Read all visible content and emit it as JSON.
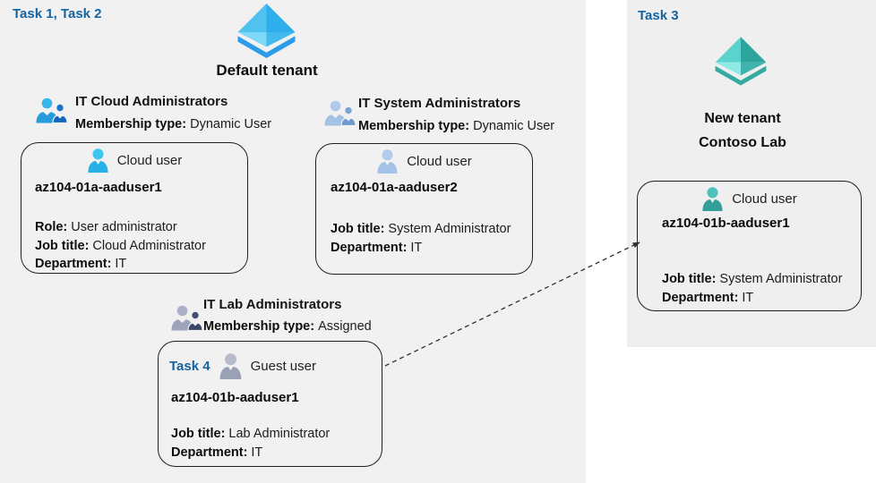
{
  "page": {
    "left_task_label": "Task 1, Task 2",
    "default_tenant_label": "Default tenant"
  },
  "groups": [
    {
      "title": "IT Cloud Administrators",
      "membership_label": "Membership type:",
      "membership_value": "Dynamic User"
    },
    {
      "title": "IT System Administrators",
      "membership_label": "Membership type:",
      "membership_value": "Dynamic User"
    },
    {
      "title": "IT Lab Administrators",
      "membership_label": "Membership type:",
      "membership_value": "Assigned"
    }
  ],
  "cards": [
    {
      "user_type": "Cloud user",
      "name": "az104-01a-aaduser1",
      "role_label": "Role:",
      "role_value": "User administrator",
      "job_label": "Job title:",
      "job_value": "Cloud Administrator",
      "dept_label": "Department:",
      "dept_value": "IT"
    },
    {
      "user_type": "Cloud user",
      "name": "az104-01a-aaduser2",
      "job_label": "Job title:",
      "job_value": "System Administrator",
      "dept_label": "Department:",
      "dept_value": "IT"
    },
    {
      "task_label": "Task 4",
      "user_type": "Guest user",
      "name": "az104-01b-aaduser1",
      "job_label": "Job title:",
      "job_value": "Lab Administrator",
      "dept_label": "Department:",
      "dept_value": "IT"
    },
    {
      "user_type": "Cloud user",
      "name": "az104-01b-aaduser1",
      "job_label": "Job title:",
      "job_value": "System Administrator",
      "dept_label": "Department:",
      "dept_value": "IT"
    }
  ],
  "new_tenant": {
    "task_label": "Task 3",
    "name_line1": "New tenant",
    "name_line2": "Contoso Lab"
  },
  "colors": {
    "task_text": "#15639f",
    "tenant_blue_tl": "#4fc2f0",
    "tenant_blue_tr": "#2eaeea",
    "tenant_blue_bl": "#7ed8f7",
    "tenant_blue_br": "#42baee",
    "tenant_blue_base": "#2d9ce8",
    "tenant_teal_tl": "#5bd2cb",
    "tenant_teal_tr": "#2da59e",
    "tenant_teal_bl": "#8fe9e4",
    "tenant_teal_br": "#3fb3ac",
    "tenant_teal_base": "#34aaa3",
    "grp_cloud_front_head": "#38b7ea",
    "grp_cloud_front_body": "#269ddb",
    "grp_cloud_back_head": "#1d74cc",
    "grp_cloud_back_body": "#1566c0",
    "grp_sys_front_head": "#aec9ea",
    "grp_sys_front_body": "#a3c2e6",
    "grp_sys_back_head": "#7aa3d6",
    "grp_sys_back_body": "#6e99cf",
    "grp_lab_front_head": "#abb0c6",
    "grp_lab_front_body": "#9da3ba",
    "grp_lab_back_head": "#454f74",
    "grp_lab_back_body": "#3a4569",
    "user_cloud_head": "#3ec5f0",
    "user_cloud_body": "#27b1e7",
    "user_pale_head": "#b2cbec",
    "user_pale_body": "#a5c3e7",
    "user_guest_head": "#b6bac9",
    "user_guest_body": "#9ba1b4",
    "user_teal_head": "#4ec1ba",
    "user_teal_body": "#339f99",
    "arrow": "#2f2f2f"
  }
}
